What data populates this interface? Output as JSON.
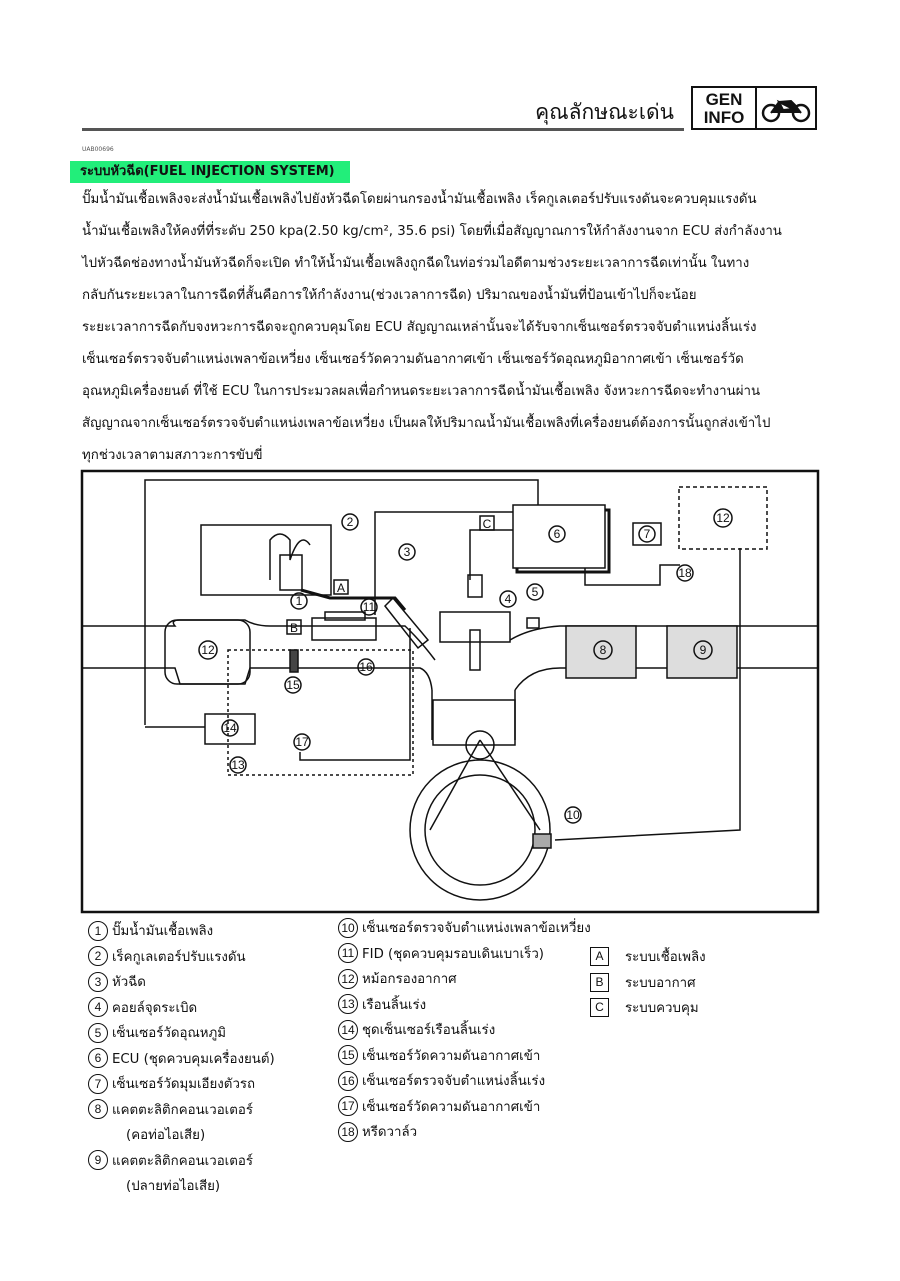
{
  "header": {
    "title": "คุณลักษณะเด่น",
    "badge_line1": "GEN",
    "badge_line2": "INFO",
    "badge_icon": "motorcycle-icon"
  },
  "section": {
    "code": "UAB00696",
    "heading": "ระบบหัวฉีด(FUEL INJECTION SYSTEM)"
  },
  "body_lines": [
    "ปั๊มน้ำมันเชื้อเพลิงจะส่งน้ำมันเชื้อเพลิงไปยังหัวฉีดโดยผ่านกรองน้ำมันเชื้อเพลิง   เร็คกูเลเตอร์ปรับแรงดันจะควบคุมแรงดัน",
    "น้ำมันเชื้อเพลิงให้คงที่ที่ระดับ 250 kpa(2.50 kg/cm², 35.6 psi) โดยที่เมื่อสัญญาณการให้กำลังงานจาก ECU ส่งกำลังงาน",
    "ไปหัวฉีดช่องทางน้ำมันหัวฉีดก็จะเปิด   ทำให้น้ำมันเชื้อเพลิงถูกฉีดในท่อร่วมไอดีตามช่วงระยะเวลาการฉีดเท่านั้น   ในทาง",
    "กลับกันระยะเวลาในการฉีดที่สั้นคือการให้กำลังงาน(ช่วงเวลาการฉีด) ปริมาณของน้ำมันที่ป้อนเข้าไปก็จะน้อย",
    "ระยะเวลาการฉีดกับจงหวะการฉีดจะถูกควบคุมโดย ECU   สัญญาณเหล่านั้นจะได้รับจากเซ็นเซอร์ตรวจจับตำแหน่งลิ้นเร่ง",
    "เซ็นเซอร์ตรวจจับตำแหน่งเพลาข้อเหวี่ยง  เซ็นเซอร์วัดความดันอากาศเข้า  เซ็นเซอร์วัดอุณหภูมิอากาศเข้า  เซ็นเซอร์วัด",
    "อุณหภูมิเครื่องยนต์   ที่ใช้ ECU ในการประมวลผลเพื่อกำหนดระยะเวลาการฉีดน้ำมันเชื้อเพลิง   จังหวะการฉีดจะทำงานผ่าน",
    "สัญญาณจากเซ็นเซอร์ตรวจจับตำแหน่งเพลาข้อเหวี่ยง   เป็นผลให้ปริมาณน้ำมันเชื้อเพลิงที่เครื่องยนต์ต้องการนั้นถูกส่งเข้าไป",
    "ทุกช่วงเวลาตามสภาวะการขับขี่"
  ],
  "diagram": {
    "c1": "1",
    "c2": "2",
    "c3": "3",
    "c4": "4",
    "c5": "5",
    "c6": "6",
    "c7": "7",
    "c8": "8",
    "c9": "9",
    "c10": "10",
    "c11": "11",
    "c12a": "12",
    "c12b": "12",
    "c13": "13",
    "c14": "14",
    "c15": "15",
    "c16": "16",
    "c17": "17",
    "c18": "18",
    "a": "A",
    "b": "B",
    "c": "C"
  },
  "legend_left": [
    {
      "n": "1",
      "text": "ปั๊มน้ำมันเชื้อเพลิง"
    },
    {
      "n": "2",
      "text": "เร็คกูเลเตอร์ปรับแรงดัน"
    },
    {
      "n": "3",
      "text": "หัวฉีด"
    },
    {
      "n": "4",
      "text": "คอยล์จุดระเบิด"
    },
    {
      "n": "5",
      "text": "เซ็นเซอร์วัดอุณหภูมิ"
    },
    {
      "n": "6",
      "text": "ECU (ชุดควบคุมเครื่องยนต์)"
    },
    {
      "n": "7",
      "text": "เซ็นเซอร์วัดมุมเอียงตัวรถ"
    },
    {
      "n": "8",
      "text": "แคตตะลิติกคอนเวอเตอร์",
      "sub": "(คอท่อไอเสีย)"
    },
    {
      "n": "9",
      "text": "แคตตะลิติกคอนเวอเตอร์",
      "sub": "(ปลายท่อไอเสีย)"
    }
  ],
  "legend_right": [
    {
      "n": "10",
      "text": "เซ็นเซอร์ตรวจจับตำแหน่งเพลาข้อเหวี่ยง"
    },
    {
      "n": "11",
      "text": "FID (ชุดควบคุมรอบเดินเบาเร็ว)"
    },
    {
      "n": "12",
      "text": "หม้อกรองอากาศ"
    },
    {
      "n": "13",
      "text": "เรือนลิ้นเร่ง"
    },
    {
      "n": "14",
      "text": "ชุดเซ็นเซอร์เรือนลิ้นเร่ง"
    },
    {
      "n": "15",
      "text": "เซ็นเซอร์วัดความดันอากาศเข้า"
    },
    {
      "n": "16",
      "text": "เซ็นเซอร์ตรวจจับตำแหน่งลิ้นเร่ง"
    },
    {
      "n": "17",
      "text": "เซ็นเซอร์วัดความดันอากาศเข้า"
    },
    {
      "n": "18",
      "text": "หรีดวาล์ว"
    }
  ],
  "legend_systems": [
    {
      "key": "A",
      "text": "ระบบเชื้อเพลิง"
    },
    {
      "key": "B",
      "text": "ระบบอากาศ"
    },
    {
      "key": "C",
      "text": "ระบบควบคุม"
    }
  ],
  "colors": {
    "heading_bg": "#22ee7a"
  }
}
